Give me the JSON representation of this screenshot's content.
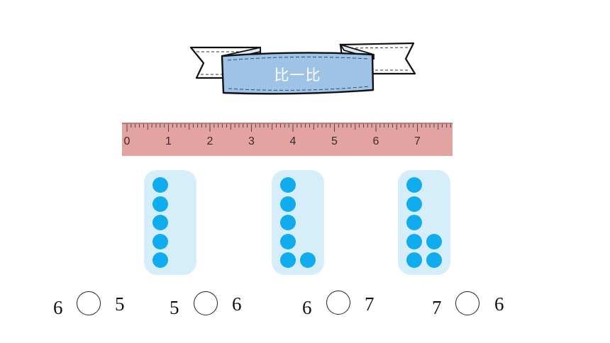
{
  "banner": {
    "title": "比一比"
  },
  "ruler": {
    "labels": [
      "0",
      "1",
      "2",
      "3",
      "4",
      "5",
      "6",
      "7"
    ],
    "color": "#e3a3a0"
  },
  "dot_cards": [
    {
      "left_column": 5,
      "right_column": 0
    },
    {
      "left_column": 5,
      "right_column": 1
    },
    {
      "left_column": 5,
      "right_column": 2
    }
  ],
  "comparisons": [
    {
      "left": "6",
      "right": "5"
    },
    {
      "left": "5",
      "right": "6"
    },
    {
      "left": "6",
      "right": "7"
    },
    {
      "left": "7",
      "right": "6"
    }
  ],
  "colors": {
    "dot": "#11aced",
    "card": "#d6eefa",
    "banner": "#9fc3e6"
  }
}
